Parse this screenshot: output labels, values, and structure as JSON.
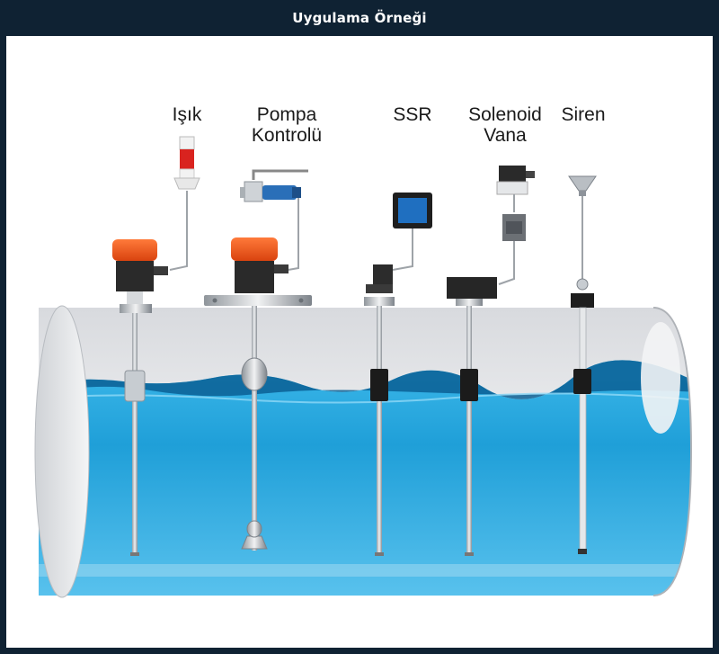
{
  "header": {
    "title": "Uygulama Örneği"
  },
  "devices": [
    {
      "id": "light",
      "label": "Işık",
      "icon": "signal-tower-light-icon"
    },
    {
      "id": "pump",
      "label_lines": [
        "Pompa",
        "Kontrolü"
      ],
      "icon": "ball-valve-icon"
    },
    {
      "id": "ssr",
      "label": "SSR",
      "icon": "ssr-relay-icon"
    },
    {
      "id": "solenoid",
      "label_lines": [
        "Solenoid",
        "Vana"
      ],
      "icon": "solenoid-valve-icon"
    },
    {
      "id": "siren",
      "label": "Siren",
      "icon": "siren-horn-icon"
    }
  ],
  "colors": {
    "frame": "#0f2233",
    "water": "#1f9fd8",
    "sensor_head": "#e8501c",
    "float_dark": "#1e1e1e",
    "stainless": "#c9cdd2"
  }
}
